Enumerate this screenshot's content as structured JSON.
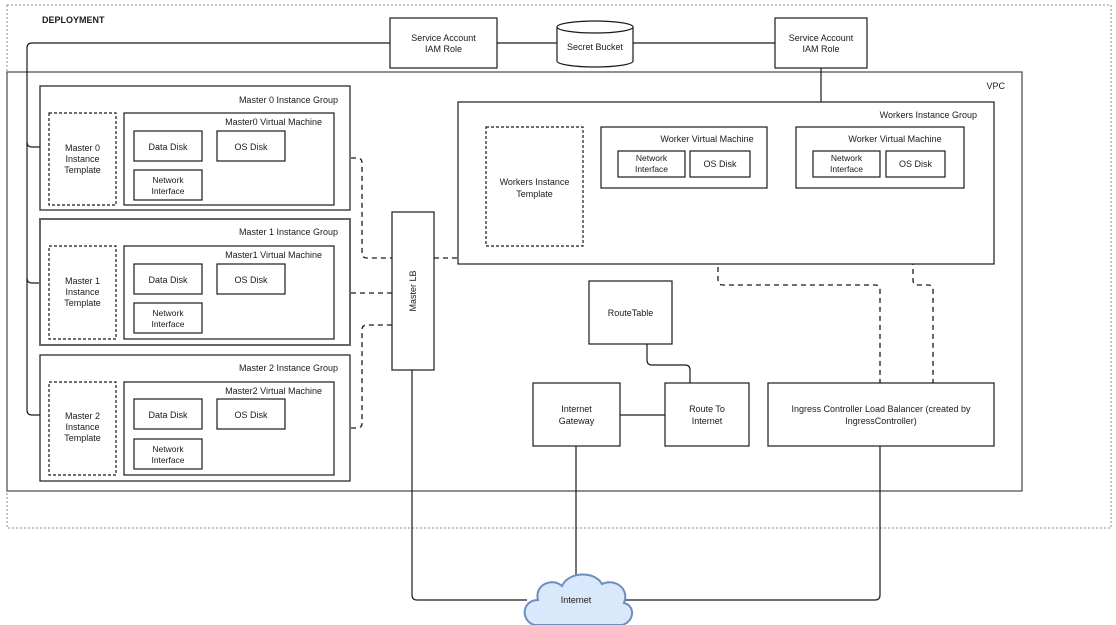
{
  "deployment": {
    "label": "DEPLOYMENT"
  },
  "vpc": {
    "label": "VPC"
  },
  "service_account_left": {
    "line1": "Service Account",
    "line2": "IAM Role"
  },
  "service_account_right": {
    "line1": "Service Account",
    "line2": "IAM Role"
  },
  "secret_bucket": {
    "label": "Secret Bucket"
  },
  "masters": [
    {
      "group_label": "Master 0 Instance Group",
      "vm_label": "Master0 Virtual Machine",
      "template": [
        "Master 0",
        "Instance",
        "Template"
      ],
      "data_disk": "Data Disk",
      "os_disk": "OS Disk",
      "nic": [
        "Network",
        "Interface"
      ]
    },
    {
      "group_label": "Master 1 Instance Group",
      "vm_label": "Master1 Virtual Machine",
      "template": [
        "Master 1",
        "Instance",
        "Template"
      ],
      "data_disk": "Data Disk",
      "os_disk": "OS Disk",
      "nic": [
        "Network",
        "Interface"
      ]
    },
    {
      "group_label": "Master 2 Instance Group",
      "vm_label": "Master2 Virtual Machine",
      "template": [
        "Master 2",
        "Instance",
        "Template"
      ],
      "data_disk": "Data Disk",
      "os_disk": "OS Disk",
      "nic": [
        "Network",
        "Interface"
      ]
    }
  ],
  "master_lb": {
    "label": "Master LB"
  },
  "workers": {
    "group_label": "Workers Instance Group",
    "template": [
      "Workers Instance",
      "Template"
    ],
    "vms": [
      {
        "label": "Worker Virtual Machine",
        "nic": [
          "Network",
          "Interface"
        ],
        "os_disk": "OS Disk"
      },
      {
        "label": "Worker Virtual Machine",
        "nic": [
          "Network",
          "Interface"
        ],
        "os_disk": "OS Disk"
      }
    ]
  },
  "route_table": {
    "label": "RouteTable"
  },
  "internet_gateway": {
    "line1": "Internet",
    "line2": "Gateway"
  },
  "route_to_internet": {
    "line1": "Route To",
    "line2": "Internet"
  },
  "ingress_lb": {
    "line1": "Ingress Controller Load Balancer (created by",
    "line2": "IngressController)"
  },
  "internet": {
    "label": "Internet"
  },
  "colors": {
    "line": "#1a1a1a",
    "cloud_stroke": "#6c8ebf",
    "cloud_fill": "#dae8fc",
    "boundary": "#8c8c8c"
  }
}
